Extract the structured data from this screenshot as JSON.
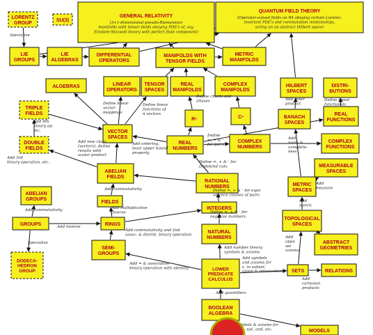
{
  "nodes": [
    {
      "id": "lorentz",
      "lines": [
        "LORENTZ",
        "GROUP"
      ],
      "dashed": true
    },
    {
      "id": "su3",
      "lines": [
        "SU(3)"
      ],
      "dashed": true
    },
    {
      "id": "gr",
      "lines": [
        "GENERAL RELATIVITY"
      ],
      "sub": [
        "(3+1-dimensional pseudo-Riemannian",
        "manifolds with tensor fields obeying PDE's of, say,",
        "Einstein-Maxwell theory with perfect fluid component)"
      ]
    },
    {
      "id": "qft",
      "lines": [
        "QUANTUM FIELD THEORY"
      ],
      "sub": [
        "(Operator-valued fields on R4 obeying certain Lorentz-",
        "invariant PDE's and commutation relationships,",
        "acting on an abstract Hilbert space)"
      ]
    },
    {
      "id": "liegroups",
      "lines": [
        "LIE",
        "GROUPS"
      ]
    },
    {
      "id": "liealg",
      "lines": [
        "LIE",
        "ALGEBRAS"
      ]
    },
    {
      "id": "diffops",
      "lines": [
        "DIFFERENTIAL",
        "OPERATORS"
      ]
    },
    {
      "id": "manifolds",
      "lines": [
        "MANIFOLDS WITH",
        "TENSOR FIELDS"
      ]
    },
    {
      "id": "metricman",
      "lines": [
        "METRIC",
        "MANIFOLDS"
      ]
    },
    {
      "id": "algebras",
      "lines": [
        "ALGEBRAS"
      ]
    },
    {
      "id": "linops",
      "lines": [
        "LINEAR",
        "OPERATORS"
      ]
    },
    {
      "id": "tensorsp",
      "lines": [
        "TENSOR",
        "SPACES"
      ]
    },
    {
      "id": "realman",
      "lines": [
        "REAL",
        "MANIFOLDS"
      ]
    },
    {
      "id": "complexman",
      "lines": [
        "COMPLEX",
        "MANIFOLDS"
      ]
    },
    {
      "id": "hilbert",
      "lines": [
        "HILBERT",
        "SPACES"
      ]
    },
    {
      "id": "distrib",
      "lines": [
        "DISTRI-",
        "BUTIONS"
      ]
    },
    {
      "id": "triple",
      "lines": [
        "TRIPLE",
        "FIELDS"
      ],
      "dashed": true
    },
    {
      "id": "double",
      "lines": [
        "DOUBLE",
        "FIELDS"
      ],
      "dashed": true
    },
    {
      "id": "rn",
      "lines": [
        "Rⁿ"
      ]
    },
    {
      "id": "cn",
      "lines": [
        "Cⁿ"
      ]
    },
    {
      "id": "banach",
      "lines": [
        "BANACH",
        "SPACES"
      ]
    },
    {
      "id": "realfun",
      "lines": [
        "REAL",
        "FUNCTIONS"
      ]
    },
    {
      "id": "vector",
      "lines": [
        "VECTOR",
        "SPACES"
      ]
    },
    {
      "id": "realnum",
      "lines": [
        "REAL",
        "NUMBERS"
      ]
    },
    {
      "id": "complexnum",
      "lines": [
        "COMPLEX",
        "NUMBERS"
      ]
    },
    {
      "id": "complexfun",
      "lines": [
        "COMPLEX",
        "FUNCTIONS"
      ]
    },
    {
      "id": "abelianfields",
      "lines": [
        "ABELIAN",
        "FIELDS"
      ]
    },
    {
      "id": "rational",
      "lines": [
        "RATIONAL",
        "NUMBERS"
      ]
    },
    {
      "id": "measurable",
      "lines": [
        "MEASURABLE",
        "SPACES"
      ]
    },
    {
      "id": "abeliangroups",
      "lines": [
        "ABELIAN",
        "GROUPS"
      ]
    },
    {
      "id": "metricsp",
      "lines": [
        "METRIC",
        "SPACES"
      ]
    },
    {
      "id": "fields",
      "lines": [
        "FIELDS"
      ]
    },
    {
      "id": "integers",
      "lines": [
        "INTEGERS"
      ]
    },
    {
      "id": "groups",
      "lines": [
        "GROUPS"
      ]
    },
    {
      "id": "rings",
      "lines": [
        "RINGS"
      ]
    },
    {
      "id": "topological",
      "lines": [
        "TOPOLOGICAL",
        "SPACES"
      ]
    },
    {
      "id": "natural",
      "lines": [
        "NATURAL",
        "NUMBERS"
      ]
    },
    {
      "id": "abstractgeom",
      "lines": [
        "ABSTRACT",
        "GEOMETRIES"
      ]
    },
    {
      "id": "dodeca",
      "lines": [
        "DODECA-",
        "HEDRON",
        "GROUP"
      ],
      "dashed": true
    },
    {
      "id": "semigroups",
      "lines": [
        "SEMI-",
        "GROUPS"
      ]
    },
    {
      "id": "lower",
      "lines": [
        "LOWER",
        "PREDICATE",
        "CALCULUS"
      ]
    },
    {
      "id": "sets",
      "lines": [
        "SETS"
      ]
    },
    {
      "id": "relations",
      "lines": [
        "RELATIONS"
      ]
    },
    {
      "id": "boolean",
      "lines": [
        "BOOLEAN",
        "ALGEBRA"
      ]
    },
    {
      "id": "models",
      "lines": [
        "MODELS"
      ]
    }
  ],
  "edges": [
    {
      "from": "lorentz",
      "to": "liegroups",
      "label": [
        "Specialize"
      ]
    },
    {
      "from": "liegroups",
      "to": "liealg"
    },
    {
      "from": "liealg",
      "to": "diffops"
    },
    {
      "from": "diffops",
      "to": "gr"
    },
    {
      "from": "manifolds",
      "to": "gr"
    },
    {
      "from": "metricman",
      "to": "gr"
    },
    {
      "from": "manifolds",
      "to": "metricman"
    },
    {
      "from": "diffops",
      "to": "qft"
    },
    {
      "from": "metricman",
      "to": "qft"
    },
    {
      "from": "hilbert",
      "to": "qft"
    },
    {
      "from": "liegroups",
      "to": "qft"
    },
    {
      "from": "tensorsp",
      "to": "manifolds"
    },
    {
      "from": "realman",
      "to": "manifolds"
    },
    {
      "from": "complexman",
      "to": "manifolds"
    },
    {
      "from": "vector",
      "to": "linops",
      "label": [
        "Define linear",
        "vector",
        "mappings"
      ]
    },
    {
      "from": "vector",
      "to": "tensorsp",
      "label": [
        "Define linear",
        "functions of",
        "n vectors"
      ]
    },
    {
      "from": "rn",
      "to": "realman",
      "label": [
        "Define charts and",
        "atlases"
      ]
    },
    {
      "from": "cn",
      "to": "complexman"
    },
    {
      "from": "vector",
      "to": "algebras"
    },
    {
      "from": "triple",
      "to": "vector"
    },
    {
      "from": "double",
      "to": "triple",
      "label": [
        "Add 4th",
        "binary op.",
        "etc."
      ]
    },
    {
      "from": "abelianfields",
      "to": "double",
      "label": [
        "Add 3rd",
        "binary operation, etc."
      ]
    },
    {
      "from": "abelianfields",
      "to": "vector",
      "label": [
        "Add new class",
        "(vectors), define",
        "results with",
        "scalar product"
      ]
    },
    {
      "from": "realnum",
      "to": "vector"
    },
    {
      "from": "realnum",
      "to": "rn"
    },
    {
      "from": "complexnum",
      "to": "cn"
    },
    {
      "from": "realnum",
      "to": "complexnum",
      "label": [
        "Define",
        "=, + & ·",
        "for pairs"
      ]
    },
    {
      "from": "rational",
      "to": "realnum",
      "label": [
        "Define =, + & · for",
        "Dedekind cuts"
      ]
    },
    {
      "from": "rational",
      "to": "abelianfields",
      "label": [
        "Add ordering,",
        "least upper bound",
        "property"
      ]
    },
    {
      "from": "integers",
      "to": "rational",
      "label": [
        "Define =, + & · for equi-",
        "valence classes of pairs"
      ]
    },
    {
      "from": "natural",
      "to": "integers",
      "label": [
        "Define =, + & · for",
        "negative numbers"
      ]
    },
    {
      "from": "fields",
      "to": "abelianfields",
      "label": [
        "Add commutativity"
      ]
    },
    {
      "from": "rings",
      "to": "fields",
      "label": [
        "Add multiplicative",
        "inverse"
      ]
    },
    {
      "from": "semigroups",
      "to": "rings",
      "label": [
        "Add commutativity and 2nd",
        "assoc. & distrib. binary operation"
      ]
    },
    {
      "from": "rings",
      "to": "integers"
    },
    {
      "from": "groups",
      "to": "rings",
      "label": [
        "Add inverse"
      ]
    },
    {
      "from": "groups",
      "to": "abeliangroups",
      "label": [
        "Add commutativity"
      ]
    },
    {
      "from": "groups",
      "to": "dodeca",
      "label": [
        "Specialize"
      ]
    },
    {
      "from": "lower",
      "to": "semigroups",
      "label": [
        "Add = & associative",
        "binary operation with identity"
      ]
    },
    {
      "from": "lower",
      "to": "natural",
      "label": [
        "Add number theory",
        "symbols & axioms"
      ]
    },
    {
      "from": "lower",
      "to": "sets",
      "label": [
        "Add symbols",
        "and axioms for",
        "ε, in subset,",
        "union & intersection"
      ]
    },
    {
      "from": "sets",
      "to": "relations",
      "label": [
        "Add",
        "cartesian",
        "products"
      ]
    },
    {
      "from": "sets",
      "to": "topological",
      "label": [
        "Add",
        "open",
        "set",
        "axioms"
      ]
    },
    {
      "from": "topological",
      "to": "metricsp",
      "label": [
        "Add",
        "metric"
      ]
    },
    {
      "from": "metricsp",
      "to": "measurable",
      "label": [
        "Add",
        "measure"
      ]
    },
    {
      "from": "metricsp",
      "to": "banach",
      "label": [
        "Add",
        "norm &",
        "complete-",
        "ness"
      ]
    },
    {
      "from": "banach",
      "to": "hilbert",
      "label": [
        "Add inner",
        "product"
      ]
    },
    {
      "from": "realfun",
      "to": "distrib",
      "label": [
        "Define linear",
        "functionals"
      ]
    },
    {
      "from": "realnum",
      "to": "realfun"
    },
    {
      "from": "complexnum",
      "to": "complexfun"
    },
    {
      "from": "topological",
      "to": "abstractgeom"
    },
    {
      "from": "boolean",
      "to": "lower",
      "label": [
        "Add quantifiers"
      ]
    },
    {
      "from": "boolean",
      "to": "models",
      "label": [
        "Add symbols & axioms for",
        "brackets, not, and, etc."
      ]
    }
  ]
}
